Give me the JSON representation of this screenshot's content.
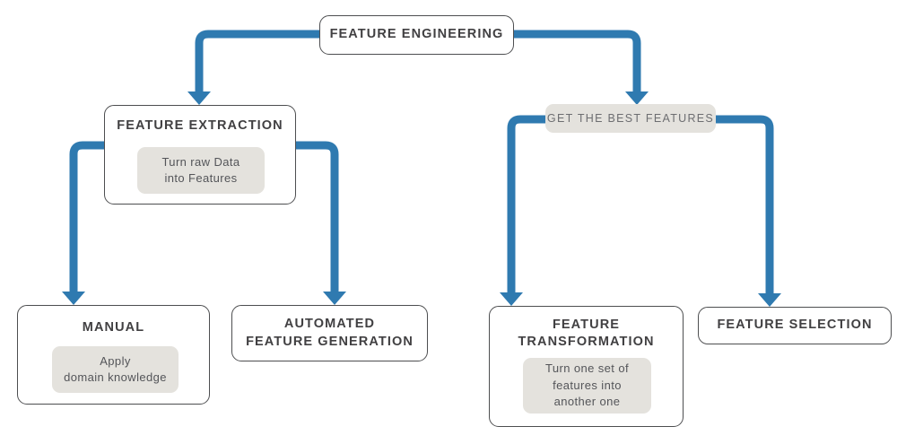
{
  "diagram": {
    "type": "flowchart",
    "title": "FEATURE ENGINEERING",
    "colors": {
      "arrow_blue": "#2f7ab0",
      "note_bg": "#e4e2dd",
      "box_border": "#4d4e50",
      "title_text": "#414042",
      "note_text": "#545559",
      "pill_text": "#6d6e71",
      "canvas_bg": "#ffffff"
    },
    "nodes": {
      "feature_engineering": {
        "label": "FEATURE ENGINEERING"
      },
      "feature_extraction": {
        "label": "FEATURE EXTRACTION",
        "note_lines": [
          "Turn raw Data",
          "into Features"
        ]
      },
      "get_the_best_features": {
        "label": "GET THE BEST FEATURES"
      },
      "manual": {
        "label": "MANUAL",
        "note_lines": [
          "Apply",
          "domain knowledge"
        ]
      },
      "automated_feature_generation": {
        "label_lines": [
          "AUTOMATED",
          "FEATURE GENERATION"
        ]
      },
      "feature_transformation": {
        "label_lines": [
          "FEATURE",
          "TRANSFORMATION"
        ],
        "note_lines": [
          "Turn one set of",
          "features into",
          "another one"
        ]
      },
      "feature_selection": {
        "label": "FEATURE SELECTION"
      }
    },
    "edges": [
      {
        "from": "feature_engineering",
        "to": "feature_extraction"
      },
      {
        "from": "feature_engineering",
        "to": "get_the_best_features"
      },
      {
        "from": "feature_extraction",
        "to": "manual"
      },
      {
        "from": "feature_extraction",
        "to": "automated_feature_generation"
      },
      {
        "from": "get_the_best_features",
        "to": "feature_transformation"
      },
      {
        "from": "get_the_best_features",
        "to": "feature_selection"
      }
    ]
  }
}
